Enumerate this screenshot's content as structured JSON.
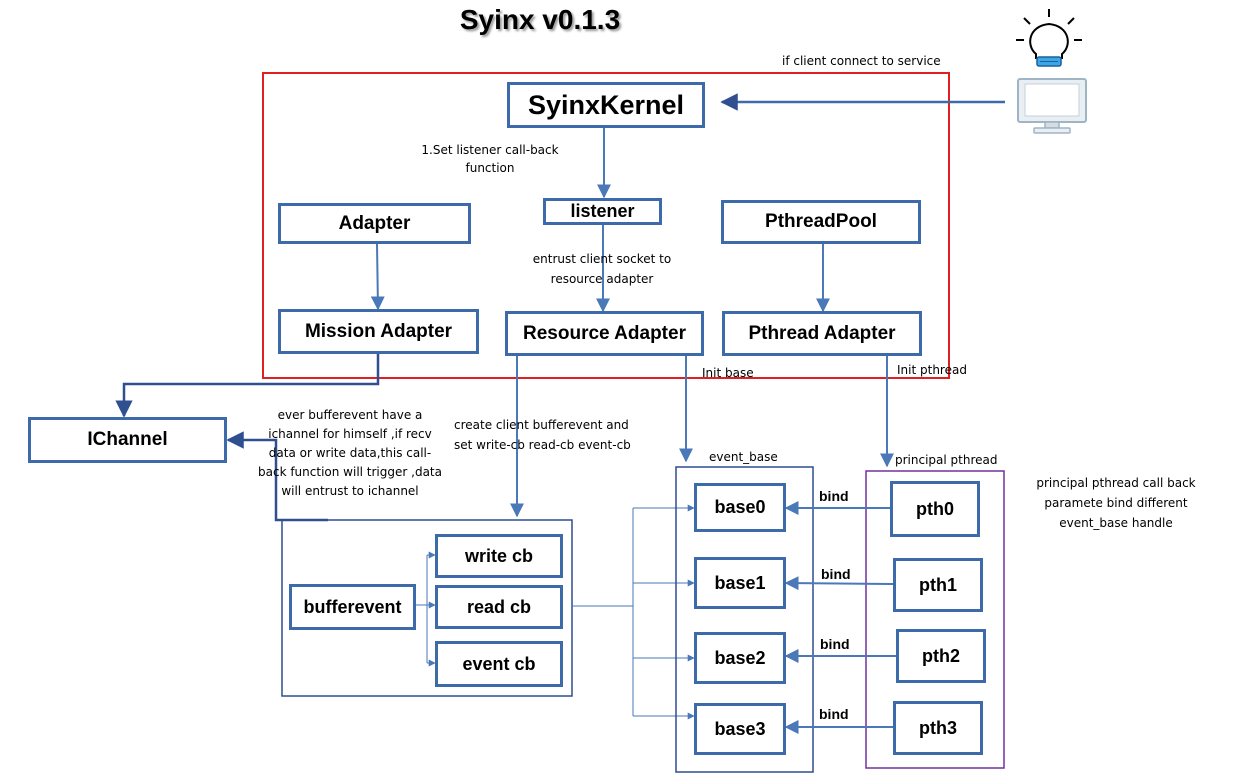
{
  "title": "Syinx  v0.1.3",
  "kernel": {
    "label": "SyinxKernel",
    "client_note": "if client connect to service",
    "listener_note_1": "1.Set listener call-back",
    "listener_note_2": "function",
    "adapter": "Adapter",
    "listener": "listener",
    "pthread_pool": "PthreadPool",
    "entrust_note_1": "entrust client socket  to",
    "entrust_note_2": "resource adapter",
    "mission_adapter": "Mission Adapter",
    "resource_adapter": "Resource Adapter",
    "pthread_adapter": "Pthread Adapter"
  },
  "init_base": "Init base",
  "init_pthread": "Init pthread",
  "ichannel": {
    "label": "IChannel",
    "note_lines": [
      "ever bufferevent have a",
      "ichannel for himself ,if recv",
      "data or write data,this call-",
      "back function will trigger ,data",
      "will entrust to ichannel"
    ]
  },
  "bufferevent": {
    "note_1": "create client bufferevent and",
    "note_2": "set write-cb read-cb event-cb",
    "label": "bufferevent",
    "callbacks": [
      "write cb",
      "read cb",
      "event cb"
    ]
  },
  "event_base": {
    "group_label": "event_base",
    "bases": [
      "base0",
      "base1",
      "base2",
      "base3"
    ]
  },
  "principal": {
    "group_label": "principal pthread",
    "threads": [
      "pth0",
      "pth1",
      "pth2",
      "pth3"
    ],
    "bind_label": "bind",
    "note_lines": [
      "principal pthread call back",
      "paramete bind different",
      "event_base handle"
    ]
  },
  "colors": {
    "box_border": "#3d6aa8",
    "arrow": "#4a78b8",
    "kernel_frame": "#e02020",
    "principal_frame": "#7030a0",
    "group_frame": "#2f4f8f"
  },
  "icons": [
    "lightbulb-icon",
    "computer-monitor-icon"
  ]
}
